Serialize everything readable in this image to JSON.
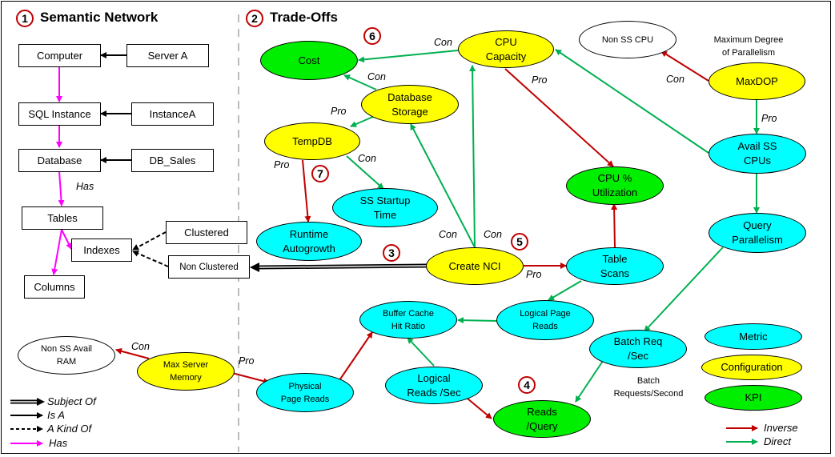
{
  "sections": {
    "semantic": {
      "number": "1",
      "title": "Semantic Network"
    },
    "tradeoffs": {
      "number": "2",
      "title": "Trade-Offs"
    }
  },
  "markers": {
    "m3": "3",
    "m4": "4",
    "m5": "5",
    "m6": "6",
    "m7": "7"
  },
  "semantic_nodes": {
    "computer": "Computer",
    "server_a": "Server A",
    "sql_instance": "SQL Instance",
    "instance_a": "InstanceA",
    "database": "Database",
    "db_sales": "DB_Sales",
    "tables": "Tables",
    "indexes": "Indexes",
    "columns": "Columns",
    "clustered": "Clustered",
    "non_clustered": "Non Clustered"
  },
  "semantic_labels": {
    "has": "Has"
  },
  "nodes": {
    "cost": {
      "label": "Cost",
      "type": "kpi"
    },
    "cpu_capacity": {
      "label": "CPU\nCapacity",
      "type": "configuration"
    },
    "non_ss_cpu": {
      "label": "Non SS CPU",
      "type": "other"
    },
    "maxdop": {
      "label": "MaxDOP",
      "type": "configuration"
    },
    "database_storage": {
      "label": "Database\nStorage",
      "type": "configuration"
    },
    "tempdb": {
      "label": "TempDB",
      "type": "configuration"
    },
    "avail_ss_cpus": {
      "label": "Avail SS\nCPUs",
      "type": "metric"
    },
    "cpu_utilization": {
      "label": "CPU %\nUtilization",
      "type": "kpi"
    },
    "ss_startup_time": {
      "label": "SS Startup\nTime",
      "type": "metric"
    },
    "runtime_autogrowth": {
      "label": "Runtime\nAutogrowth",
      "type": "metric"
    },
    "query_parallelism": {
      "label": "Query\nParallelism",
      "type": "metric"
    },
    "create_nci": {
      "label": "Create NCI",
      "type": "configuration"
    },
    "table_scans": {
      "label": "Table\nScans",
      "type": "metric"
    },
    "logical_page_reads": {
      "label": "Logical Page\nReads",
      "type": "metric"
    },
    "buffer_cache_hit_ratio": {
      "label": "Buffer Cache\nHit Ratio",
      "type": "metric"
    },
    "batch_req_sec": {
      "label": "Batch Req\n/Sec",
      "type": "metric"
    },
    "non_ss_avail_ram": {
      "label": "Non SS Avail\nRAM",
      "type": "other"
    },
    "max_server_memory": {
      "label": "Max Server\nMemory",
      "type": "configuration"
    },
    "physical_page_reads": {
      "label": "Physical\nPage Reads",
      "type": "metric"
    },
    "logical_reads_sec": {
      "label": "Logical\nReads /Sec",
      "type": "metric"
    },
    "reads_query": {
      "label": "Reads\n/Query",
      "type": "kpi"
    }
  },
  "edge_labels": {
    "cpu_cost": "Con",
    "storage_cost": "Con",
    "storage_tempdb": "Pro",
    "cpu_util": "Pro",
    "maxdop_nonss": "Con",
    "maxdop_avail": "Pro",
    "tempdb_startup": "Con",
    "tempdb_autogrowth": "Pro",
    "nci_storage": "Con",
    "nci_cpu": "Con",
    "nci_scans": "Pro",
    "msm_nonss": "Con",
    "msm_physical": "Pro"
  },
  "notes": {
    "maxdop": "Maximum Degree\nof Parallelism",
    "batch": "Batch\nRequests/Second"
  },
  "legend_nodes": {
    "metric": "Metric",
    "configuration": "Configuration",
    "kpi": "KPI"
  },
  "legend_edges": {
    "subject_of": "Subject Of",
    "is_a": "Is A",
    "kind_of": "A Kind Of",
    "has": "Has",
    "inverse": "Inverse",
    "direct": "Direct"
  },
  "colors": {
    "metric": "#00ffff",
    "configuration": "#ffff00",
    "kpi": "#00ee00",
    "inverse": "#c00000",
    "direct": "#00b050",
    "has": "#ff00ff",
    "marker": "#c00000"
  }
}
